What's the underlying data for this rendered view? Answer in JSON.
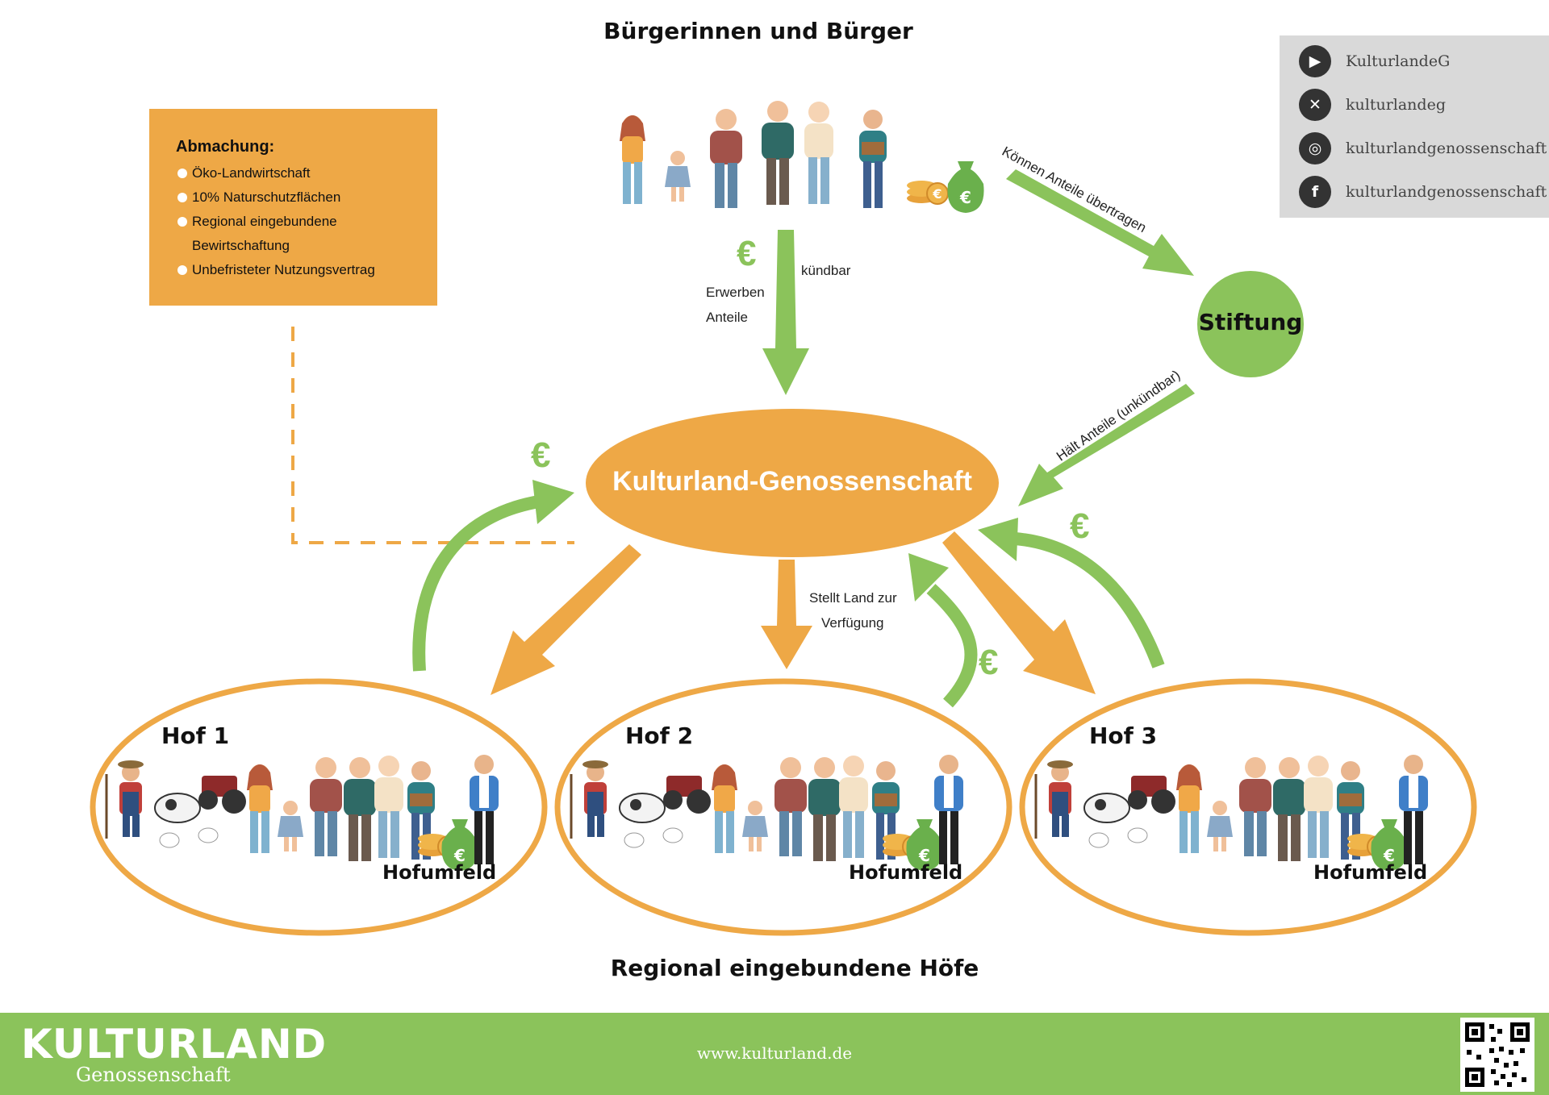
{
  "header": {
    "title": "Bürgerinnen und Bürger"
  },
  "agreement": {
    "title": "Abmachung:",
    "items": [
      "Öko-Landwirtschaft",
      "10% Naturschutzflächen",
      "Regional eingebundene Bewirtschaftung",
      "Unbefristeter Nutzungsvertrag"
    ]
  },
  "social": [
    {
      "icon": "youtube-icon",
      "label": "KulturlandeG"
    },
    {
      "icon": "x-icon",
      "label": "kulturlandeg"
    },
    {
      "icon": "instagram-icon",
      "label": "kulturlandgenossenschaft"
    },
    {
      "icon": "facebook-icon",
      "label": "kulturlandgenossenschaft"
    }
  ],
  "flows": {
    "buy_line1": "Erwerben",
    "buy_line2": "Anteile",
    "cancelable": "kündbar",
    "transfer": "Können Anteile übertragen",
    "holds": "Hält Anteile (unkündbar)",
    "provides_line1": "Stellt Land zur",
    "provides_line2": "Verfügung",
    "currency": "€"
  },
  "nodes": {
    "cooperative": "Kulturland-Genossenschaft",
    "foundation": "Stiftung"
  },
  "farms": [
    {
      "title": "Hof 1",
      "surroundings": "Hofumfeld"
    },
    {
      "title": "Hof 2",
      "surroundings": "Hofumfeld"
    },
    {
      "title": "Hof 3",
      "surroundings": "Hofumfeld"
    }
  ],
  "bottom_title": "Regional eingebundene Höfe",
  "footer": {
    "brand": "KULTURLAND",
    "brand_sub": "Genossenschaft",
    "url": "www.kulturland.de"
  },
  "colors": {
    "orange": "#eea846",
    "green": "#8bc35b",
    "social_bg": "#d9d9d9"
  }
}
